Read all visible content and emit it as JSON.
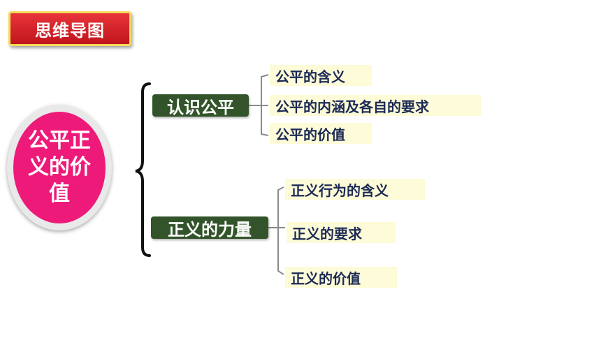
{
  "title_badge": "思维导图",
  "center": "公平正义的价值",
  "branches": [
    {
      "label": "认识公平",
      "items": [
        "公平的含义",
        "公平的内涵及各自的要求",
        "公平的价值"
      ]
    },
    {
      "label": "正义的力量",
      "items": [
        "正义行为的含义",
        "正义的要求",
        "正义的价值"
      ]
    }
  ],
  "colors": {
    "badge_red": "#d4222a",
    "badge_border": "#f4dc5a",
    "center_pink": "#ee1a7a",
    "branch_green": "#33542a",
    "leaf_bg": "#fdfbd8",
    "leaf_text": "#1c2a55"
  }
}
